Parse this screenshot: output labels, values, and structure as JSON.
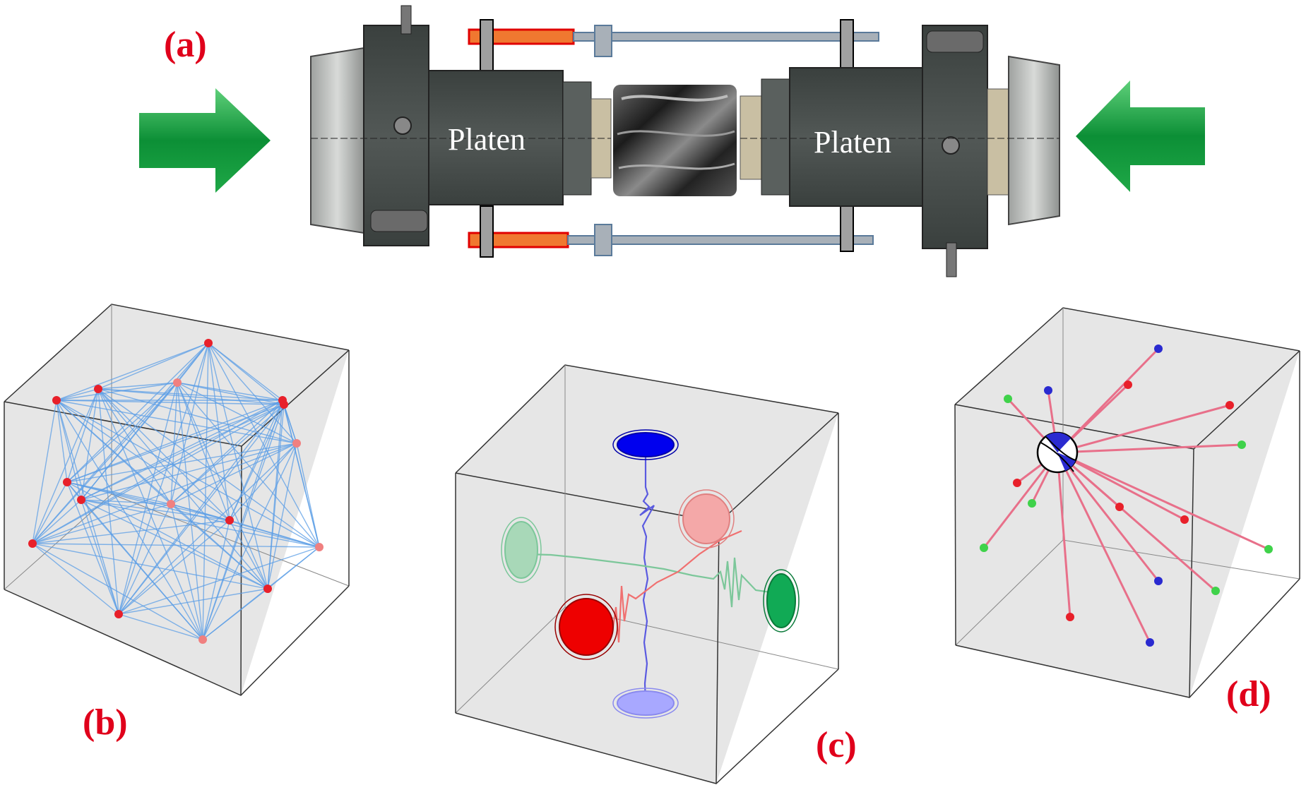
{
  "figure": {
    "panel_labels": {
      "a": "(a)",
      "b": "(b)",
      "c": "(c)",
      "d": "(d)"
    },
    "platen_left_label": "Platen",
    "platen_right_label": "Platen"
  },
  "colors": {
    "label_red": "#e0001b",
    "load_arrow_green": "#1f9e3a",
    "ray_blue": "#5b9ee6",
    "sensor_red": "#e8202a",
    "source_ray_pink": "#e8708a",
    "sensor_green": "#3fd24a",
    "sensor_blue": "#2a2ad0",
    "wave_blue": "#5a5ae0",
    "wave_green": "#7cc79a",
    "wave_red": "#f07070",
    "platen_body": "#454b49",
    "tube_orange": "#f07830",
    "tube_grey": "#a8b0b8"
  },
  "icons": {
    "left_arrow": "right-arrow-icon",
    "right_arrow": "left-arrow-icon",
    "beachball": "focal-mechanism-icon"
  }
}
